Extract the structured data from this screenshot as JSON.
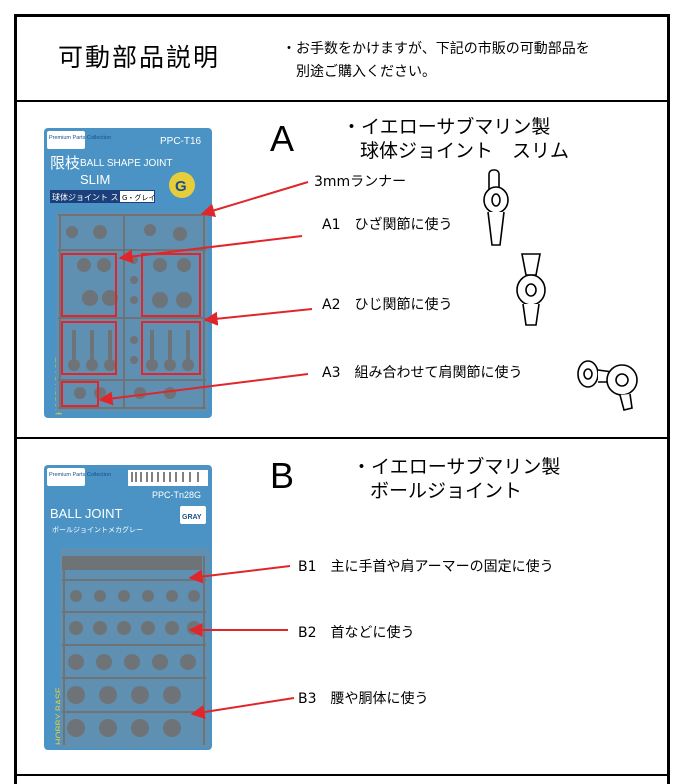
{
  "header": {
    "title": "可動部品説明",
    "note_line1": "・お手数をかけますが、下記の市販の可動部品を",
    "note_line2": "別途ご購入ください。"
  },
  "section_a": {
    "letter": "A",
    "product_line1": "・イエローサブマリン製",
    "product_line2": "球体ジョイント　スリム",
    "package": {
      "brand": "Premium Parts Collection",
      "code": "PPC-T16",
      "name_en_1": "BALL SHAPE JOINT",
      "name_en_2": "SLIM",
      "name_jp": "球体ジョイント スリム",
      "color": "G・グレイ",
      "kanji": "限枝",
      "side": "HOBBY BASE"
    },
    "runner_label": "3mmランナー",
    "items": [
      {
        "id": "A1",
        "text": "ひざ関節に使う"
      },
      {
        "id": "A2",
        "text": "ひじ関節に使う"
      },
      {
        "id": "A3",
        "text": "組み合わせて肩関節に使う"
      }
    ]
  },
  "section_b": {
    "letter": "B",
    "product_line1": "・イエローサブマリン製",
    "product_line2": "ボールジョイント",
    "package": {
      "brand": "Premium Parts Collection",
      "code": "PPC-Tn28G",
      "name_en": "BALL JOINT",
      "name_jp": "ボールジョイントメカグレー",
      "color": "GRAY",
      "side": "HOBBY BASE"
    },
    "items": [
      {
        "id": "B1",
        "text": "主に手首や肩アーマーの固定に使う"
      },
      {
        "id": "B2",
        "text": "首などに使う"
      },
      {
        "id": "B3",
        "text": "腰や胴体に使う"
      }
    ]
  },
  "colors": {
    "package_blue": "#4a93c4",
    "runner_gray": "#6e7378",
    "highlight_red": "#e0262a",
    "arrow_red": "#e0262a"
  }
}
